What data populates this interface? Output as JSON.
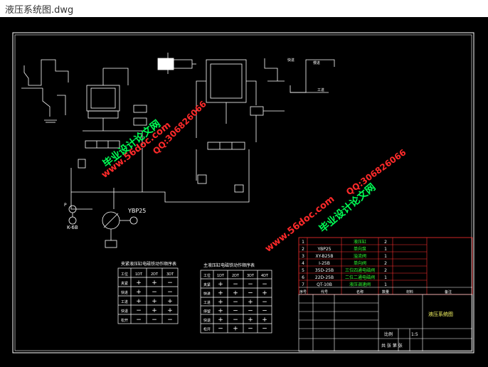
{
  "window": {
    "title": "液压系统图.dwg"
  },
  "watermarks": {
    "site": "www.56doc.com",
    "qq": "QQ:306826066",
    "brand": "毕业设计论文网"
  },
  "labels": {
    "pump_model": "YBP25",
    "k_label": "K-6B",
    "p_label": "P",
    "fast_in": "快进",
    "work_in": "工进",
    "slow": "慢进"
  },
  "table_left": {
    "title": "夹紧液压缸电磁铁动作顺序表",
    "headers": [
      "工位",
      "1DT",
      "2DT",
      "3DT"
    ],
    "rows": [
      [
        "夹紧",
        "+",
        "+",
        "−"
      ],
      [
        "快进",
        "+",
        "−",
        "−"
      ],
      [
        "工进",
        "+",
        "+",
        "+"
      ],
      [
        "快退",
        "−",
        "+",
        "+"
      ],
      [
        "松开",
        "−",
        "−",
        "−"
      ]
    ]
  },
  "table_right": {
    "title": "主液压缸电磁铁动作顺序表",
    "headers": [
      "工位",
      "1DT",
      "2DT",
      "3DT",
      "4DT"
    ],
    "rows": [
      [
        "夹紧",
        "+",
        "−",
        "−",
        "−"
      ],
      [
        "快进",
        "+",
        "+",
        "−",
        "+"
      ],
      [
        "工进",
        "+",
        "−",
        "+",
        "−"
      ],
      [
        "停留",
        "+",
        "−",
        "−",
        "−"
      ],
      [
        "快退",
        "+",
        "−",
        "+",
        "+"
      ],
      [
        "松开",
        "−",
        "+",
        "−",
        "−"
      ]
    ]
  },
  "parts_list": {
    "rows": [
      [
        "1",
        "",
        "液压缸",
        "2"
      ],
      [
        "2",
        "YBP25",
        "单向泵",
        "1"
      ],
      [
        "3",
        "XY-B25B",
        "溢流阀",
        "1"
      ],
      [
        "4",
        "I-25B",
        "单向阀",
        "2"
      ],
      [
        "5",
        "35D-25B",
        "三位四通电磁阀",
        "2"
      ],
      [
        "6",
        "22D-25B",
        "二位二通电磁阀",
        "1"
      ],
      [
        "7",
        "QT-10B",
        "液压调速阀",
        "1"
      ]
    ],
    "header": [
      "序号",
      "代号",
      "名称",
      "数量",
      "材料",
      "备注"
    ]
  },
  "title_block": {
    "drawing_name": "液压系统图",
    "scale_label": "比例",
    "scale_value": "1:5",
    "sheet": "共 张 第 张"
  }
}
